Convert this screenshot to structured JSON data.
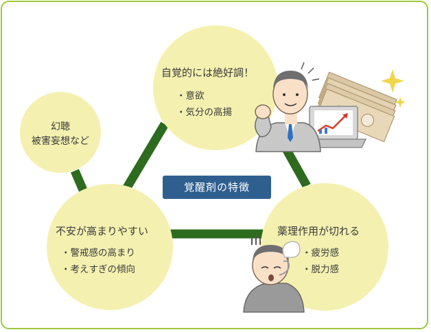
{
  "title": "覚醒剤の特徴",
  "nodes": {
    "top": {
      "heading": "自覚的には絶好調！",
      "bullets": [
        "意欲",
        "気分の高揚"
      ]
    },
    "hallucination": {
      "lines": [
        "幻聴",
        "被害妄想など"
      ]
    },
    "left": {
      "heading": "不安が高まりやすい",
      "bullets": [
        "警戒感の高まり",
        "考えすぎの傾向"
      ]
    },
    "right": {
      "heading": "薬理作用が切れる",
      "bullets": [
        "疲労感",
        "脱力感"
      ]
    }
  },
  "colors": {
    "border": "#9cc83c",
    "circle": "#f4f1b0",
    "connector": "#2d6b1e",
    "label_bg": "#2f5f8f"
  },
  "icons": [
    "businessman-icon",
    "laptop-chart-icon",
    "money-bills-icon",
    "sparkle-icon",
    "tired-man-icon"
  ]
}
